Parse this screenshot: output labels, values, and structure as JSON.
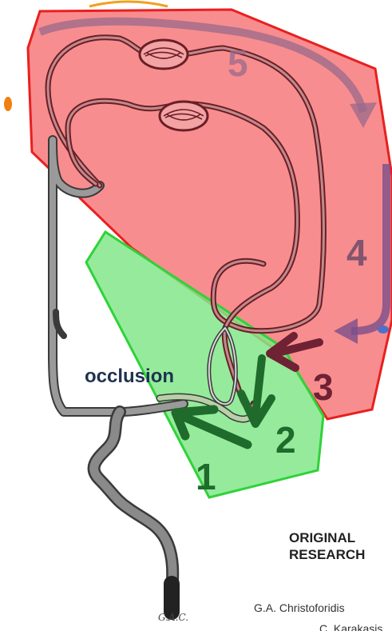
{
  "diagram": {
    "occlusion_label": "occlusion",
    "steps": [
      "1",
      "2",
      "3",
      "4",
      "5"
    ],
    "colors": {
      "red_region_fill": "#f7797b",
      "red_region_stroke": "#e8201f",
      "green_region_fill": "#82e88a",
      "green_region_stroke": "#2fd23a",
      "vessel": "#8a8a8a",
      "vessel_outline": "#3a3a3a",
      "collateral": "#8a2d33",
      "arrow_dark_green": "#1f6b2c",
      "arrow_maroon": "#6e2233",
      "arrow_mauve": "#9a6a8a",
      "label_navy": "#1f3250"
    }
  },
  "article": {
    "heading_line1": "ORIGINAL",
    "heading_line2": "RESEARCH",
    "authors_line1": "G.A. Christoforidis",
    "authors_line2": "C. Karakasis"
  },
  "signature": "G.A.C."
}
